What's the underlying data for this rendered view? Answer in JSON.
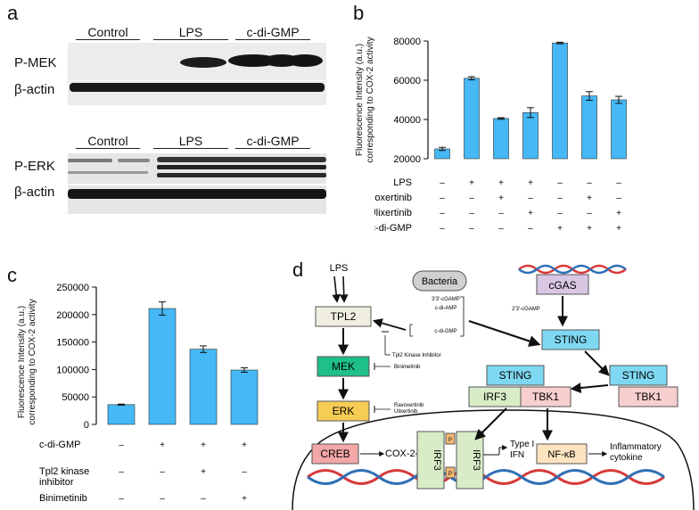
{
  "panels": {
    "a": "a",
    "b": "b",
    "c": "c",
    "d": "d"
  },
  "blot": {
    "top_groups": [
      "Control",
      "LPS",
      "c-di-GMP"
    ],
    "bottom_groups": [
      "Control",
      "LPS",
      "c-di-GMP"
    ],
    "rows": [
      "P-MEK",
      "β-actin",
      "P-ERK",
      "β-actin"
    ]
  },
  "chart_data": [
    {
      "type": "bar",
      "ylabel": "Fluorescence Intensity (a.u.)\ncorresponding to COX-2 activity",
      "ylim": [
        20000,
        80000
      ],
      "yticks": [
        "20000",
        "40000",
        "60000",
        "80000"
      ],
      "values": [
        25000,
        61000,
        40500,
        43500,
        79000,
        52000,
        50000
      ],
      "errors": [
        800,
        800,
        400,
        2500,
        400,
        2200,
        1800
      ],
      "color": "#45b8f5",
      "treatments": [
        {
          "name": "LPS",
          "signs": [
            "–",
            "+",
            "+",
            "+",
            "–",
            "–",
            "–"
          ]
        },
        {
          "name": "Ravoxertinib",
          "signs": [
            "–",
            "–",
            "+",
            "–",
            "–",
            "+",
            "–"
          ]
        },
        {
          "name": "Ulixertinib",
          "signs": [
            "–",
            "–",
            "–",
            "+",
            "–",
            "–",
            "+"
          ]
        },
        {
          "name": "c-di-GMP",
          "signs": [
            "–",
            "–",
            "–",
            "–",
            "+",
            "+",
            "+"
          ]
        }
      ]
    },
    {
      "type": "bar",
      "ylabel": "Fluorescence Intensity (a.u.)\ncorresponding to COX-2 activity",
      "ylim": [
        0,
        250000
      ],
      "yticks": [
        "0",
        "50000",
        "100000",
        "150000",
        "200000",
        "250000"
      ],
      "values": [
        36000,
        211000,
        137000,
        99000
      ],
      "errors": [
        1000,
        12000,
        6000,
        4000
      ],
      "color": "#45b8f5",
      "treatments": [
        {
          "name": "c-di-GMP",
          "signs": [
            "–",
            "+",
            "+",
            "+"
          ]
        },
        {
          "name": "Tpl2 kinase\ninhibitor",
          "signs": [
            "–",
            "–",
            "+",
            "–"
          ]
        },
        {
          "name": "Binimetinib",
          "signs": [
            "–",
            "–",
            "–",
            "+"
          ]
        }
      ]
    }
  ],
  "diagram": {
    "lps": "LPS",
    "bacteria": "Bacteria",
    "tpl2": "TPL2",
    "mek": "MEK",
    "erk": "ERK",
    "creb": "CREB",
    "cgas": "cGAS",
    "sting": "STING",
    "irf3": "IRF3",
    "tbk1": "TBK1",
    "nfkb": "NF-κB",
    "cox2": "COX-2",
    "type1ifn": "Type I\nIFN",
    "inflammatory": "Inflammatory\ncytokine",
    "ligands": [
      "3'3'-cGAMP",
      "c-di-AMP",
      "c-di-GMP"
    ],
    "cgamp": "2'3'-cGAMP",
    "tpl2_inhibitor": "Tpl2 Kinase Inhibitor",
    "binimetinib": "Binimetinib",
    "erk_inhibitors": "Ravoxertinib\nUlixertinib",
    "p": "P",
    "colors": {
      "tpl2": "#efeee0",
      "mek": "#1fbf8a",
      "erk": "#f6cc55",
      "creb": "#f4a7a7",
      "sting": "#7fd8f2",
      "irf3": "#d8ecc8",
      "tbk1": "#f7cfcf",
      "nfkb": "#fde3c0",
      "cgas": "#d9c6e3",
      "p": "#f2b873",
      "dna_red": "#d83a3a",
      "dna_blue": "#2f6fb5"
    }
  }
}
